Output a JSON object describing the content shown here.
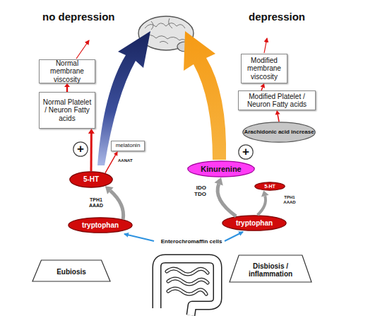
{
  "diagram": {
    "nodes": [
      {
        "text": [
          "Normal membrane viscosity"
        ]
      },
      {
        "text": [
          "Modified membrane viscosity"
        ]
      },
      {
        "text": [
          "Normal Platelet / Neuron Fatty acids"
        ]
      },
      {
        "text": [
          "Modified Platelet / Neuron Fatty acids"
        ]
      },
      {
        "text": [
          "Arachidonic acid increase"
        ]
      },
      {
        "text": [
          "+"
        ]
      },
      {
        "text": [
          "melatonin"
        ]
      },
      {
        "text": [
          "+"
        ]
      },
      {
        "text": [
          "5-HT"
        ]
      },
      {
        "text": [
          "Kinurenine"
        ]
      },
      {
        "text": [
          "5-HT"
        ]
      },
      {
        "text": [
          "tryptophan"
        ]
      },
      {
        "text": [
          "tryptophan"
        ]
      },
      {
        "text": [
          "Eubiosis"
        ]
      },
      {
        "text": [
          "Disbiosis / inflammation"
        ]
      }
    ],
    "edges": [
      {
        "from": 11,
        "to": 8,
        "arrow": "to",
        "label": "TPH1 AAAD"
      },
      {
        "from": 8,
        "to": 6,
        "arrow": "to",
        "label": "AANAT"
      },
      {
        "from": 8,
        "to": 2,
        "arrow": "to"
      },
      {
        "from": 2,
        "to": 0,
        "arrow": "to"
      },
      {
        "from": 12,
        "to": 9,
        "arrow": "to",
        "label": "IDO TDO"
      },
      {
        "from": 12,
        "to": 10,
        "arrow": "to",
        "label": "TPH1 AAAD"
      },
      {
        "from": 4,
        "to": 3,
        "arrow": "to"
      },
      {
        "from": 3,
        "to": 1,
        "arrow": "to"
      }
    ],
    "labels": [
      "no depression",
      "depression",
      "Enterochromaffin cells"
    ]
  }
}
